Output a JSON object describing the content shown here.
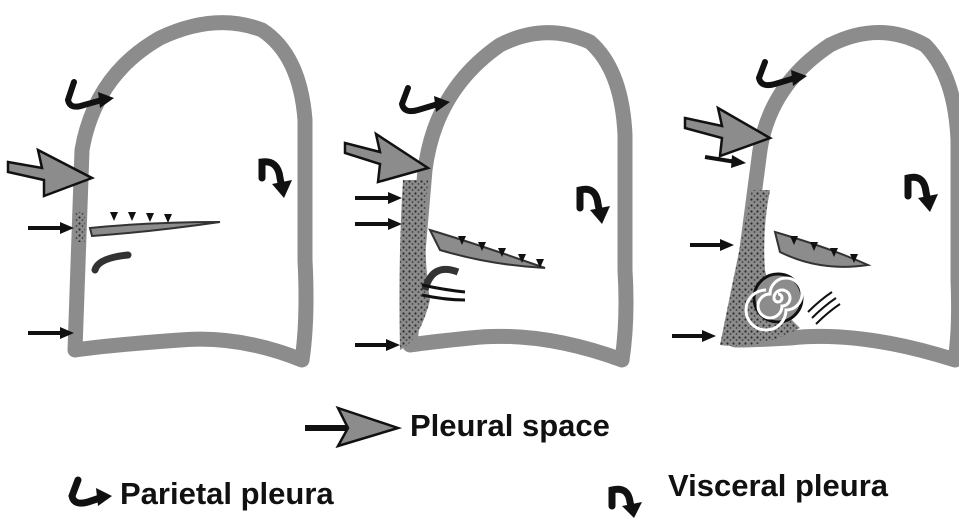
{
  "legend": {
    "pleural_space": "Pleural space",
    "parietal_pleura": "Parietal pleura",
    "visceral_pleura": "Visceral pleura"
  },
  "colors": {
    "pleura": "#8c8c8c",
    "ink": "#111111",
    "fluid": "#5a5a5a",
    "background": "#ffffff"
  },
  "icons": [
    "big-arrow-icon",
    "small-arrow-icon",
    "hook-arrow-icon",
    "curved-arrow-icon",
    "spiral-icon"
  ]
}
